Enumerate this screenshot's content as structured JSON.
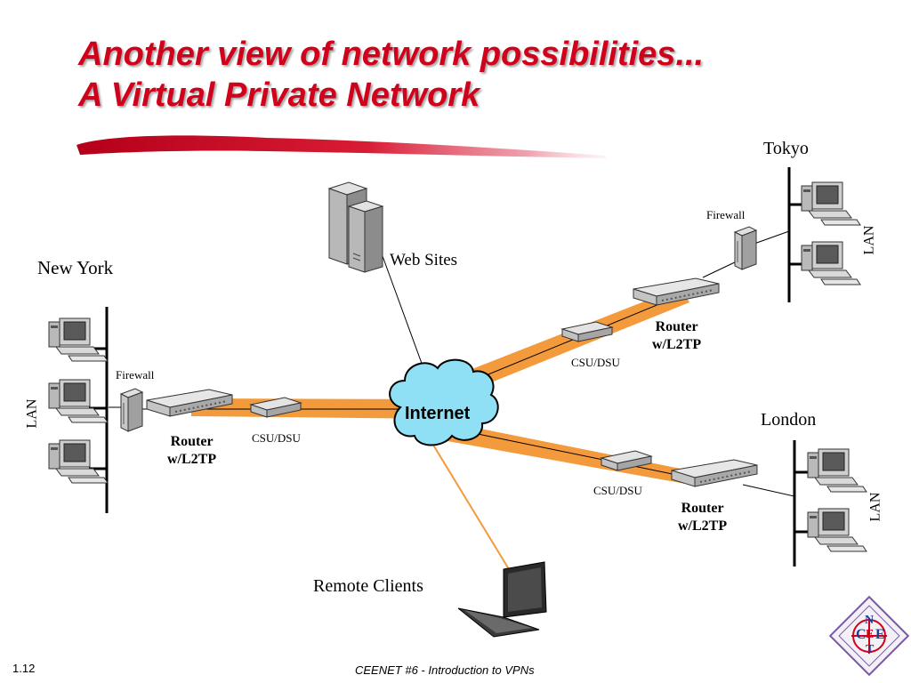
{
  "slide": {
    "title_line1": "Another view of network possibilities...",
    "title_line2": "A Virtual Private Network",
    "slide_number": "1.12",
    "footer": "CEENET #6 - Introduction to VPNs",
    "logo_letters": [
      "C",
      "N",
      "E",
      "E",
      "T"
    ]
  },
  "diagram": {
    "hub_label": "Internet",
    "web_sites_label": "Web Sites",
    "remote_clients_label": "Remote Clients",
    "sites": {
      "new_york": {
        "name": "New York",
        "lan_label": "LAN",
        "firewall_label": "Firewall",
        "router_label_line1": "Router",
        "router_label_line2": "w/L2TP",
        "csu_label": "CSU/DSU"
      },
      "tokyo": {
        "name": "Tokyo",
        "lan_label": "LAN",
        "firewall_label": "Firewall",
        "router_label_line1": "Router",
        "router_label_line2": "w/L2TP",
        "csu_label": "CSU/DSU"
      },
      "london": {
        "name": "London",
        "lan_label": "LAN",
        "router_label_line1": "Router",
        "router_label_line2": "w/L2TP",
        "csu_label": "CSU/DSU"
      }
    }
  },
  "colors": {
    "title": "#d0021b",
    "tunnel": "#f39a3c",
    "cloud": "#8fe0f5",
    "brush": "#c8102e"
  }
}
